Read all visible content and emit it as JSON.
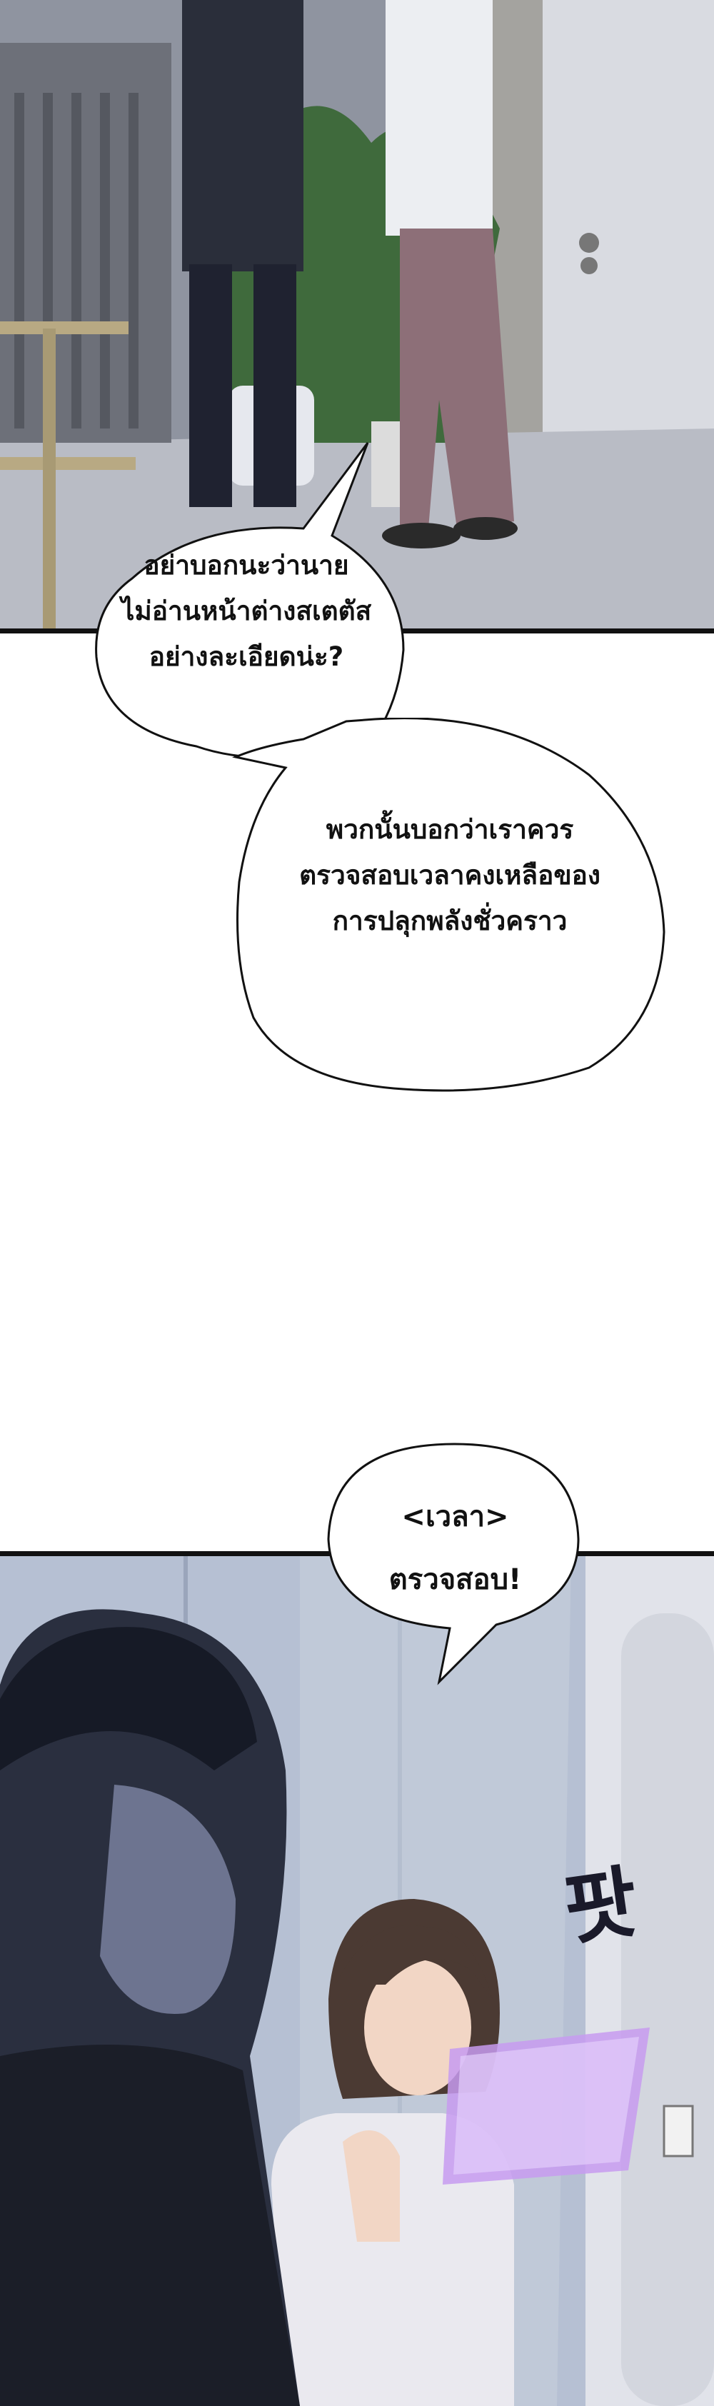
{
  "panels": [
    {
      "scene": "hallway-two-characters-standing-by-door"
    },
    {
      "scene": "girl-raising-hand-summoning-status-window",
      "sfx": "팟"
    }
  ],
  "bubbles": [
    {
      "text": "อย่าบอกนะว่านาย\nไม่อ่านหน้าต่างสเตตัส\nอย่างละเอียดน่ะ?"
    },
    {
      "text": "พวกนั้นบอกว่าเราควร\nตรวจสอบเวลาคงเหลือของ\nการปลุกพลังชั่วคราว"
    },
    {
      "text": "<เวลา>\nตรวจสอบ!"
    }
  ],
  "colors": {
    "border": "#111111",
    "status_window": "#c79bf0",
    "wall": "#d8dbe4"
  }
}
